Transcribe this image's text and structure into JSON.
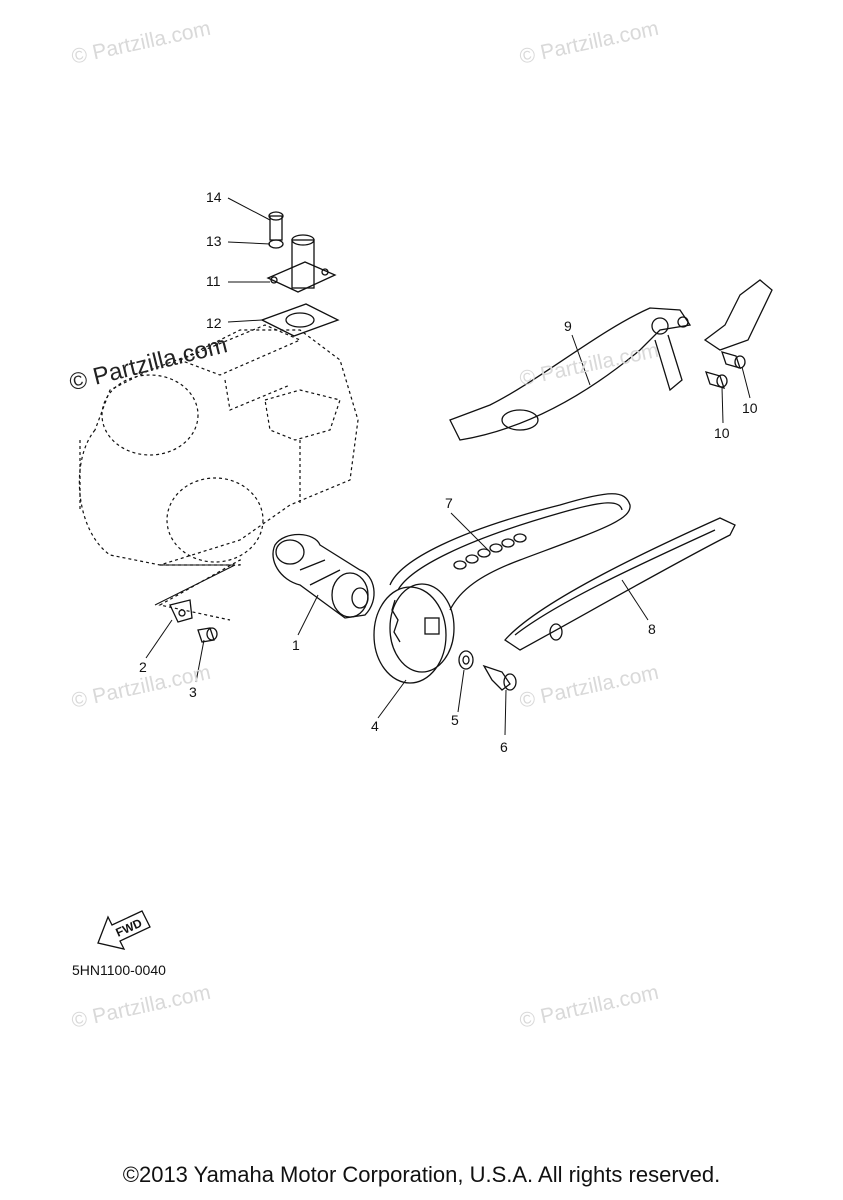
{
  "watermark": {
    "text": "© Partzilla.com"
  },
  "callouts": {
    "c1": "1",
    "c2": "2",
    "c3": "3",
    "c4": "4",
    "c5": "5",
    "c6": "6",
    "c7": "7",
    "c8": "8",
    "c9": "9",
    "c10a": "10",
    "c10b": "10",
    "c11": "11",
    "c12": "12",
    "c13": "13",
    "c14": "14"
  },
  "fwd_label": "FWD",
  "diagram_code": "5HN1100-0040",
  "copyright": "©2013 Yamaha Motor Corporation, U.S.A. All rights reserved.",
  "icons": {
    "fwd_arrow": "fwd-arrow-icon"
  }
}
